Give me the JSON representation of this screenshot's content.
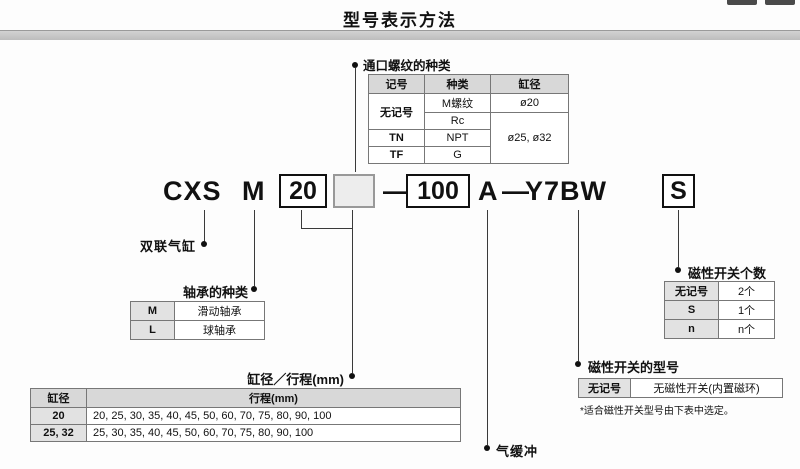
{
  "page": {
    "title": "型号表示方法"
  },
  "model": {
    "prefix": "CXS",
    "bearing": "M",
    "bore": "20",
    "port": "",
    "dash1": "—",
    "stroke": "100",
    "cushion": "A",
    "dash2": "—",
    "switch_model": "Y7BW",
    "switch_qty": "S"
  },
  "dual_rod_label": "双联气缸",
  "air_cushion_label": "气缓冲",
  "port_thread": {
    "title": "通口螺纹的种类",
    "col_symbol": "记号",
    "col_type": "种类",
    "col_bore": "缸径",
    "sym_none": "无记号",
    "sym_tn": "TN",
    "sym_tf": "TF",
    "type_m": "M螺纹",
    "type_rc": "Rc",
    "type_npt": "NPT",
    "type_g": "G",
    "bore_m": "ø20",
    "bore_other": "ø25, ø32"
  },
  "bearing": {
    "title": "轴承的种类",
    "rows": [
      {
        "sym": "M",
        "desc": "滑动轴承"
      },
      {
        "sym": "L",
        "desc": "球轴承"
      }
    ]
  },
  "bore_stroke": {
    "title": "缸径／行程(mm)",
    "col_bore": "缸径",
    "col_stroke": "行程(mm)",
    "rows": [
      {
        "bore": "20",
        "stroke": "20, 25, 30, 35, 40, 45, 50, 60, 70, 75, 80, 90, 100"
      },
      {
        "bore": "25, 32",
        "stroke": "25, 30, 35, 40, 45, 50, 60, 70, 75, 80, 90, 100"
      }
    ]
  },
  "switch_qty": {
    "title": "磁性开关个数",
    "rows": [
      {
        "sym": "无记号",
        "qty": "2个"
      },
      {
        "sym": "S",
        "qty": "1个"
      },
      {
        "sym": "n",
        "qty": "n个"
      }
    ]
  },
  "switch_model": {
    "title": "磁性开关的型号",
    "sym": "无记号",
    "desc": "无磁性开关(内置磁环)",
    "note": "*适合磁性开关型号由下表中选定。"
  }
}
